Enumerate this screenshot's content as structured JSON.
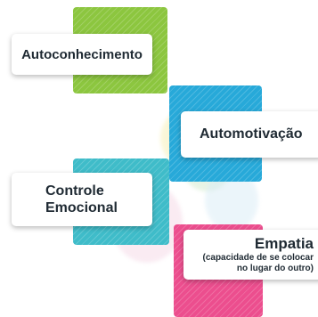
{
  "colors": {
    "green": "#8cc63f",
    "blue": "#27a9d9",
    "teal": "#3fbcc9",
    "pink": "#ec4e8e",
    "text": "#1f2a33"
  },
  "items": [
    {
      "label": "Autoconhecimento"
    },
    {
      "label": "Automotivação"
    },
    {
      "line1": "Controle",
      "line2": "Emocional"
    },
    {
      "title": "Empatia",
      "sub1": "(capacidade de se colocar",
      "sub2": "no lugar do outro)"
    }
  ]
}
